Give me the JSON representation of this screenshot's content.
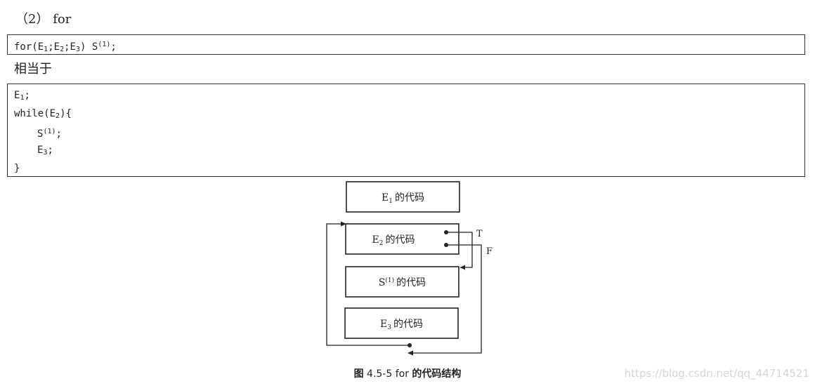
{
  "heading": {
    "number": "（2）",
    "keyword": "for"
  },
  "for_statement": {
    "kw_for": "for",
    "open": "(",
    "e1_base": "E",
    "e1_sub": "1",
    "sep1": ";",
    "e2_base": "E",
    "e2_sub": "2",
    "sep2": ";",
    "e3_base": "E",
    "e3_sub": "3",
    "close": ")",
    "s_base": "S",
    "s_sup": "(1)",
    "end": ";"
  },
  "equivalent_label": "相当于",
  "while_block": {
    "line1_base": "E",
    "line1_sub": "1",
    "line1_end": ";",
    "line2_kw": "while",
    "line2_open": "(",
    "line2_base": "E",
    "line2_sub": "2",
    "line2_close": "){",
    "line3_base": "S",
    "line3_sup": "(1)",
    "line3_end": ";",
    "line4_base": "E",
    "line4_sub": "3",
    "line4_end": ";",
    "line5": "}"
  },
  "diagram": {
    "boxes": [
      {
        "base": "E",
        "mark": "1",
        "label": "的代码"
      },
      {
        "base": "E",
        "mark": "2",
        "label": "的代码"
      },
      {
        "base": "S",
        "mark": "(1)",
        "label": "的代码"
      },
      {
        "base": "E",
        "mark": "3",
        "label": "的代码"
      }
    ],
    "true_label": "T",
    "false_label": "F"
  },
  "caption": {
    "prefix": "图",
    "number": "4.5-5 for",
    "suffix": "的代码结构"
  },
  "watermark": "https://blog.csdn.net/qq_44714521"
}
